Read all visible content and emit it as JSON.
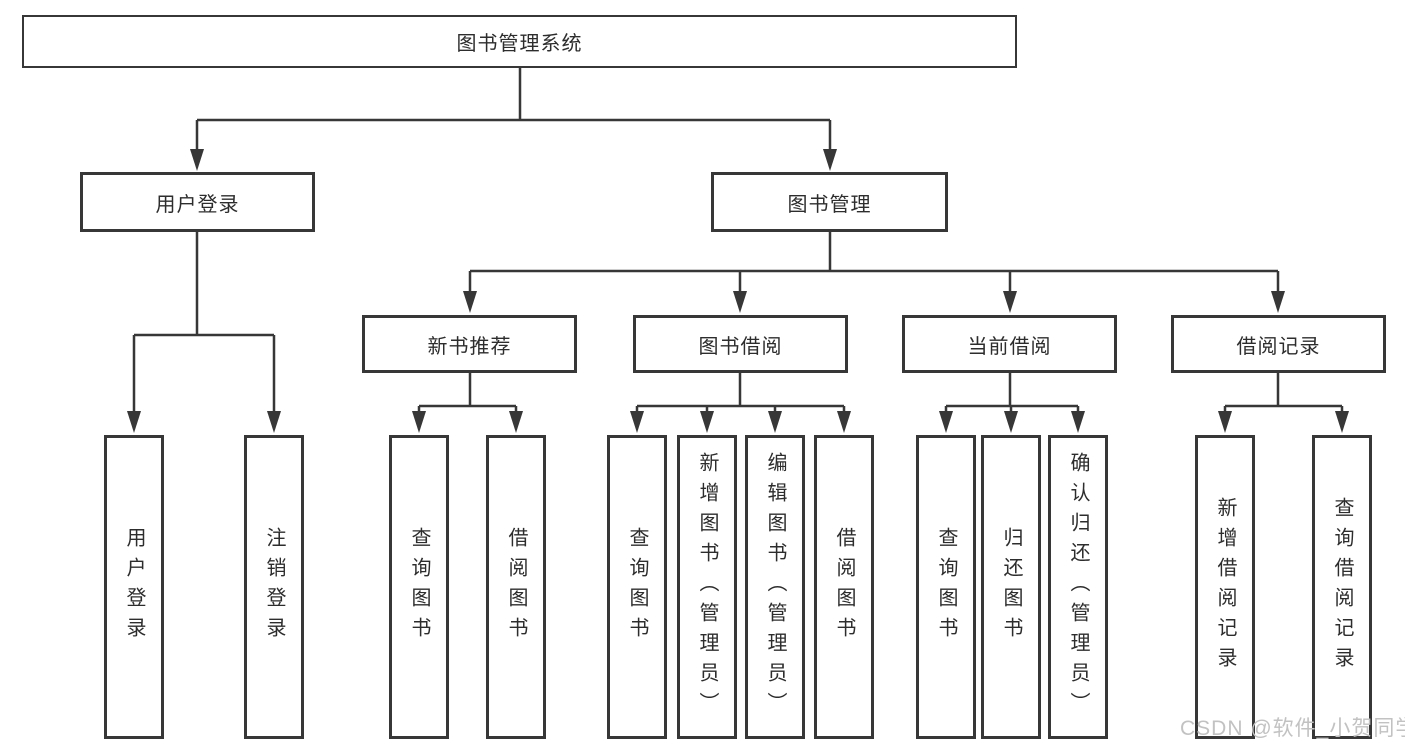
{
  "tree": {
    "label": "图书管理系统",
    "children": [
      {
        "label": "用户登录",
        "children": [
          {
            "label": "用户登录"
          },
          {
            "label": "注销登录"
          }
        ]
      },
      {
        "label": "图书管理",
        "children": [
          {
            "label": "新书推荐",
            "children": [
              {
                "label": "查询图书"
              },
              {
                "label": "借阅图书"
              }
            ]
          },
          {
            "label": "图书借阅",
            "children": [
              {
                "label": "查询图书"
              },
              {
                "label": "新增图书（管理员）"
              },
              {
                "label": "编辑图书（管理员）"
              },
              {
                "label": "借阅图书"
              }
            ]
          },
          {
            "label": "当前借阅",
            "children": [
              {
                "label": "查询图书"
              },
              {
                "label": "归还图书"
              },
              {
                "label": "确认归还（管理员）"
              }
            ]
          },
          {
            "label": "借阅记录",
            "children": [
              {
                "label": "新增借阅记录"
              },
              {
                "label": "查询借阅记录"
              }
            ]
          }
        ]
      }
    ]
  },
  "watermark": "CSDN @软件_小贺同学",
  "colors": {
    "line": "#373737",
    "box_border": "#373737",
    "text": "#2d2d2d",
    "watermark": "#c2c2c2",
    "background": "#ffffff"
  }
}
